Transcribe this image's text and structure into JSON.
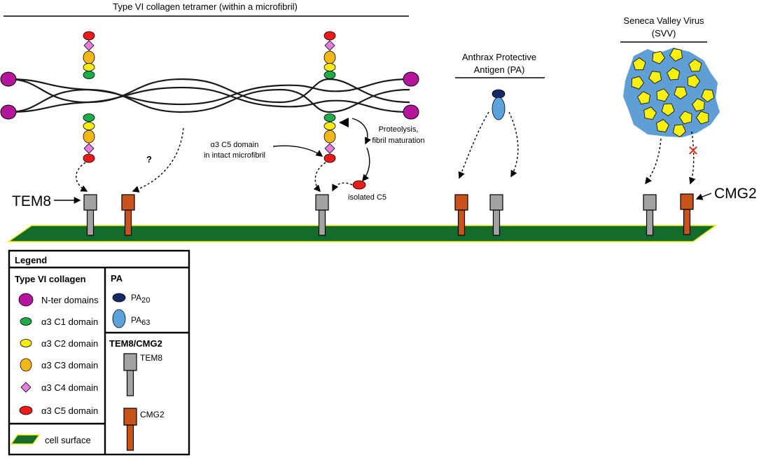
{
  "titles": {
    "collagen": "Type VI collagen tetramer (within a microfibril)",
    "pa_line1": "Anthrax Protective",
    "pa_line2": "Antigen (PA)",
    "svv_line1": "Seneca Valley Virus",
    "svv_line2": "(SVV)"
  },
  "labels": {
    "question": "?",
    "c5_line1": "α3 C5 domain",
    "c5_line2": "in intact microfibril",
    "proteolysis_line1": "Proteolysis,",
    "proteolysis_line2": "fibril maturation",
    "isolated_c5": "isolated C5",
    "tem8": "TEM8",
    "cmg2": "CMG2",
    "blocked_mark": "✕"
  },
  "legend": {
    "title": "Legend",
    "collagen_header": "Type VI collagen",
    "collagen_items": [
      {
        "label": "N-ter domains",
        "color": "#b5149c",
        "shape": "circle"
      },
      {
        "label": "α3 C1 domain",
        "color": "#1eab4a",
        "shape": "ellipse"
      },
      {
        "label": "α3 C2 domain",
        "color": "#f7ec13",
        "shape": "ellipse"
      },
      {
        "label": "α3 C3 domain",
        "color": "#f2b81a",
        "shape": "tall-ellipse"
      },
      {
        "label": "α3 C4 domain",
        "color": "#e87de0",
        "shape": "diamond"
      },
      {
        "label": "α3 C5 domain",
        "color": "#ea1b1b",
        "shape": "ellipse"
      }
    ],
    "pa_header": "PA",
    "pa20_base": "PA",
    "pa20_sub": "20",
    "pa63_base": "PA",
    "pa63_sub": "63",
    "receptor_header": "TEM8/CMG2",
    "tem8": "TEM8",
    "cmg2": "CMG2",
    "cell_surface": "cell surface"
  },
  "colors": {
    "n_ter": "#b5149c",
    "c1": "#1eab4a",
    "c2": "#f7ec13",
    "c3": "#f2b81a",
    "c4": "#e87de0",
    "c5": "#ea1b1b",
    "pa20": "#152a66",
    "pa63": "#5aa3dc",
    "tem8": "#a3a3a3",
    "cmg2": "#c9531b",
    "membrane": "#136b2c",
    "membrane_edge": "#f3ec18",
    "virus_body": "#5f9fd6",
    "virus_pentagon": "#f8f10e",
    "blocked": "#e42a1b"
  }
}
